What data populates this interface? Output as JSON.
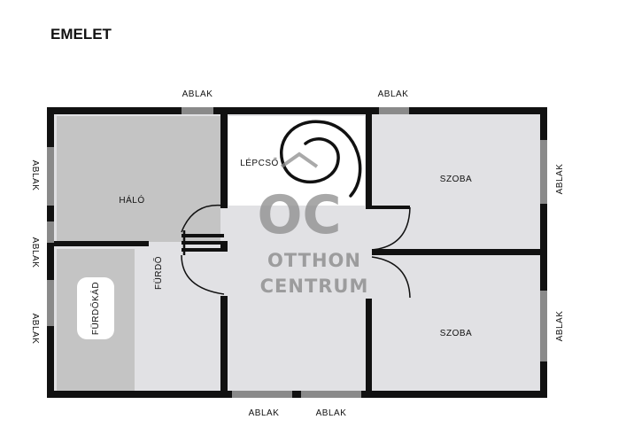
{
  "title": "EMELET",
  "rooms": {
    "halo": "HÁLÓ",
    "lepcso": "LÉPCSŐ",
    "furdo": "FÜRDŐ",
    "furdokad": "FÜRDŐKÁD",
    "szoba_top": "SZOBA",
    "szoba_bottom": "SZOBA"
  },
  "windows": {
    "top_left": "ABLAK",
    "top_right": "ABLAK",
    "left_1": "ABLAK",
    "left_2": "ABLAK",
    "left_3": "ABLAK",
    "right_1": "ABLAK",
    "right_2": "ABLAK",
    "bottom_1": "ABLAK",
    "bottom_2": "ABLAK"
  },
  "watermark": {
    "mark": "OC",
    "line1": "OTTHON",
    "line2": "CENTRUM"
  },
  "colors": {
    "wall": "#111111",
    "room_fill": "#e1e1e4",
    "halo_fill": "#c4c4c4",
    "window": "#8a8a8a",
    "watermark": "#8c8c8c"
  }
}
